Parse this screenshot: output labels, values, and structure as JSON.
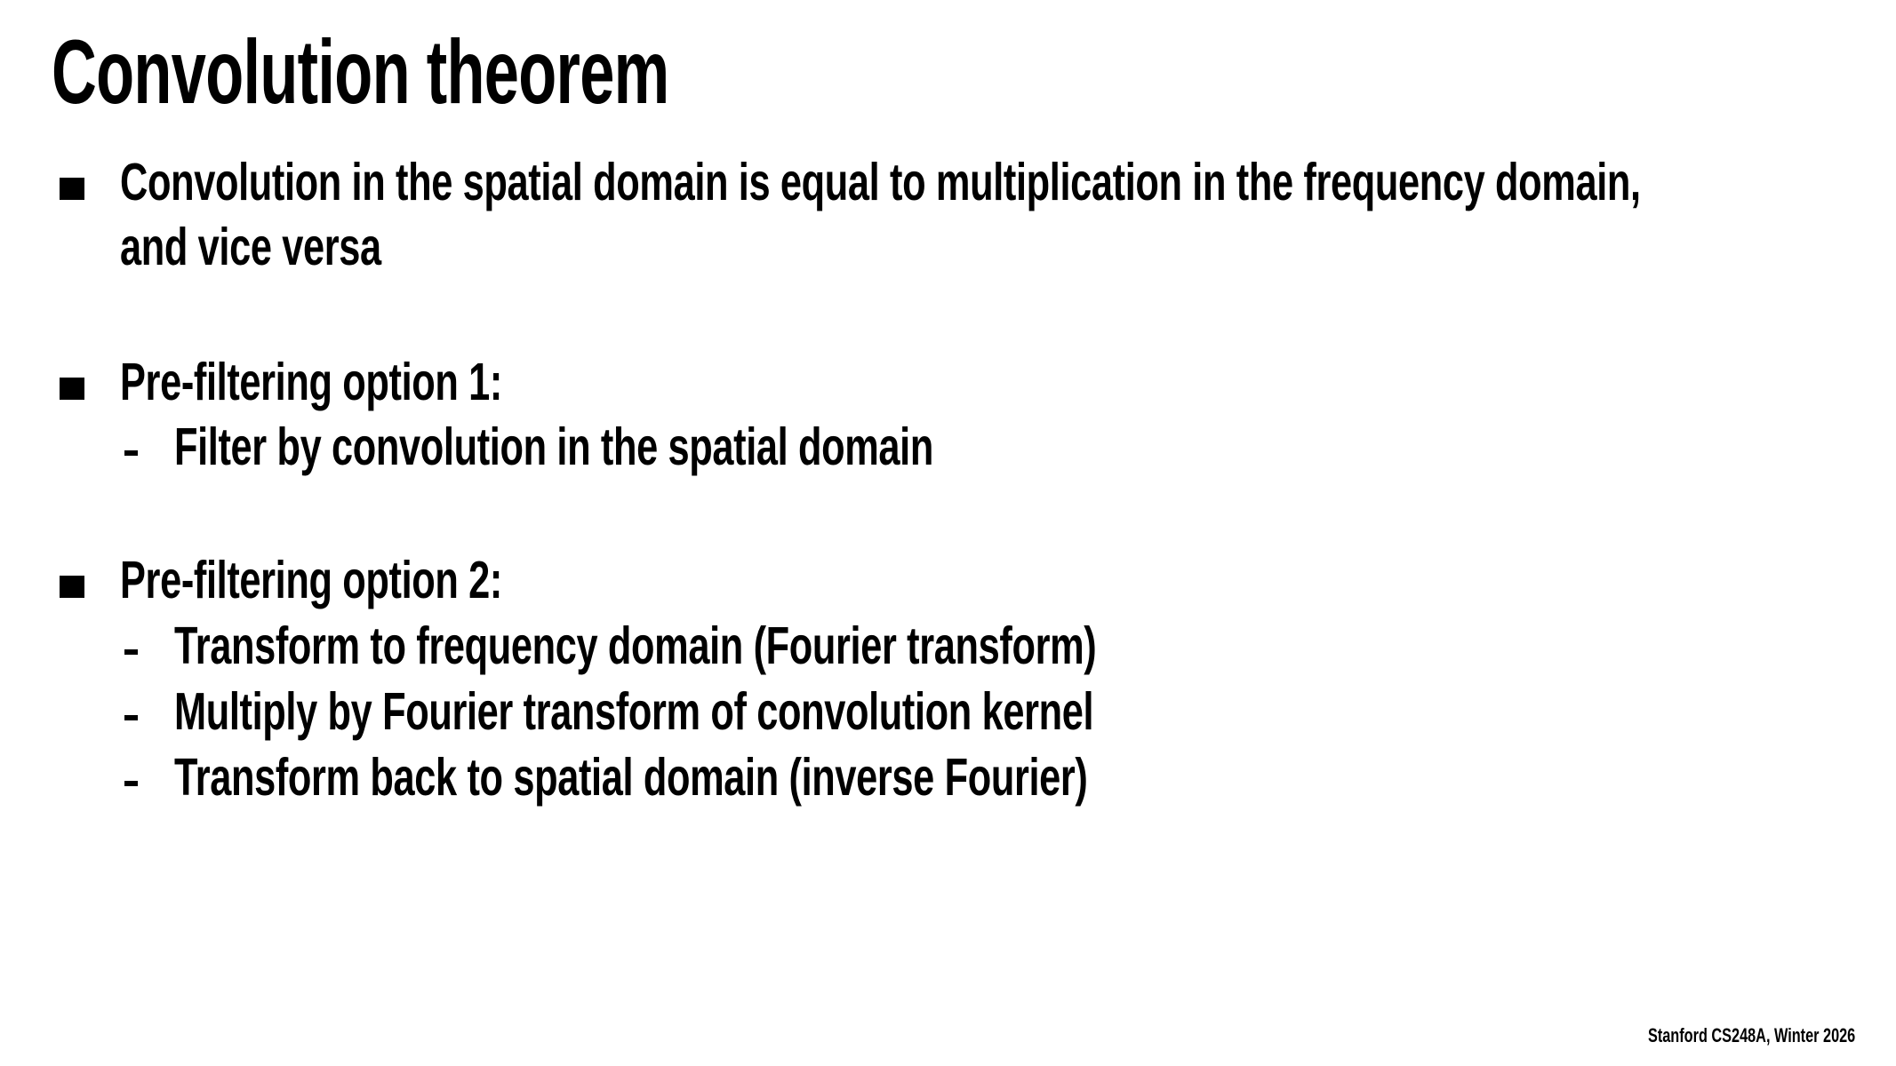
{
  "slide": {
    "title": "Convolution theorem",
    "bullets": [
      {
        "lines": [
          "Convolution in the spatial domain is equal to multiplication in the frequency domain,",
          "and vice versa"
        ],
        "sub_items": []
      },
      {
        "lines": [
          "Pre-filtering option 1:"
        ],
        "sub_items": [
          "Filter by convolution in the spatial domain"
        ]
      },
      {
        "lines": [
          "Pre-filtering option 2:"
        ],
        "sub_items": [
          "Transform to frequency domain (Fourier transform)",
          "Multiply by Fourier transform of convolution kernel",
          "Transform back to spatial domain (inverse Fourier)"
        ]
      }
    ],
    "footer": "Stanford CS248A, Winter 2026",
    "colors": {
      "background": "#ffffff",
      "text": "#000000"
    },
    "icons": {
      "bullet": "square-bullet-icon",
      "sub_bullet": "dash-bullet-icon"
    }
  }
}
